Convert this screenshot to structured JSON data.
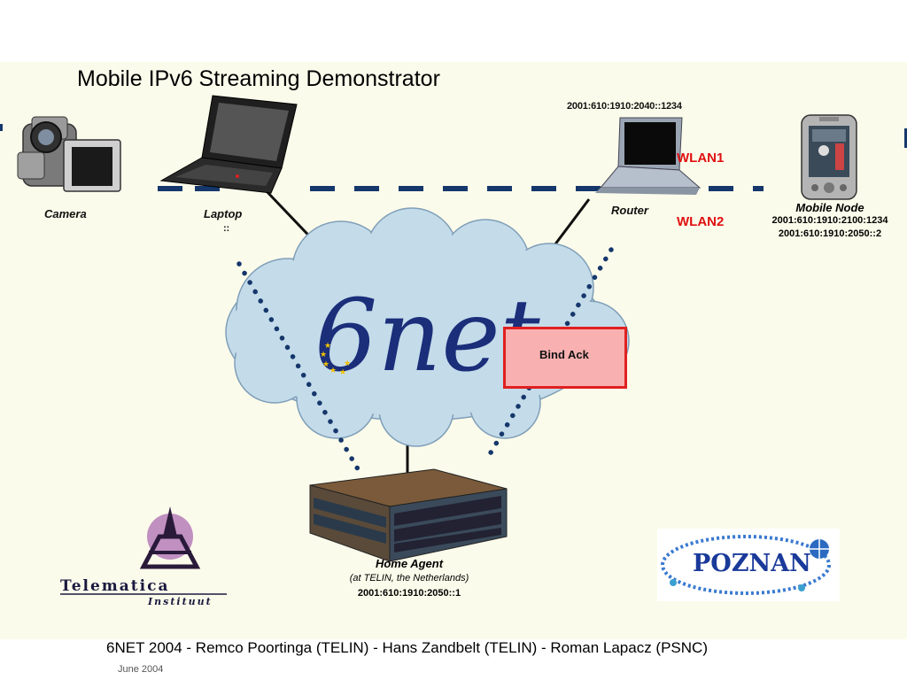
{
  "slide": {
    "title": "Mobile IPv6 Streaming Demonstrator",
    "footer": "6NET 2004 - Remco Poortinga (TELIN) - Hans Zandbelt (TELIN) - Roman Lapacz (PSNC)",
    "date": "June  2004"
  },
  "network": {
    "name": "6net",
    "cloud_color": "#c4dbea",
    "accent_color": "#1a2e7a"
  },
  "nodes": {
    "camera": {
      "label": "Camera"
    },
    "laptop": {
      "label": "Laptop",
      "address": "::"
    },
    "router": {
      "label": "Router",
      "address": "2001:610:1910:2040::1234"
    },
    "mobile_node": {
      "label": "Mobile Node",
      "address1": "2001:610:1910:2100:1234",
      "address2": "2001:610:1910:2050::2"
    },
    "home_agent": {
      "label": "Home Agent",
      "location": "(at TELIN, the Netherlands)",
      "address": "2001:610:1910:2050::1"
    }
  },
  "links": {
    "wlan1": "WLAN1",
    "wlan2": "WLAN2",
    "wlan_color": "#e01010",
    "dash_color": "#15376b"
  },
  "message": {
    "label": "Bind Ack",
    "fill": "#f8b0b0",
    "border": "#e02020"
  },
  "logos": {
    "telematica": {
      "line1": "Telematica",
      "line2": "Instituut"
    },
    "poznan": {
      "main": "POZNAN"
    }
  }
}
